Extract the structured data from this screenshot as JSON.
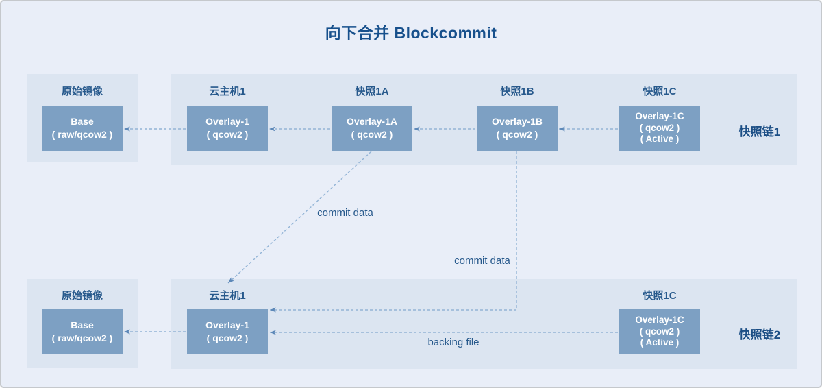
{
  "title": "向下合并 Blockcommit",
  "chains": [
    {
      "name": "快照链1",
      "origin": {
        "label": "原始镜像",
        "box": [
          "Base",
          "( raw/qcow2 )"
        ]
      },
      "nodes": [
        {
          "label": "云主机1",
          "box": [
            "Overlay-1",
            "( qcow2 )"
          ]
        },
        {
          "label": "快照1A",
          "box": [
            "Overlay-1A",
            "( qcow2 )"
          ]
        },
        {
          "label": "快照1B",
          "box": [
            "Overlay-1B",
            "( qcow2 )"
          ]
        },
        {
          "label": "快照1C",
          "box": [
            "Overlay-1C",
            "( qcow2 )",
            "( Active )"
          ]
        }
      ]
    },
    {
      "name": "快照链2",
      "origin": {
        "label": "原始镜像",
        "box": [
          "Base",
          "( raw/qcow2 )"
        ]
      },
      "nodes": [
        {
          "label": "云主机1",
          "box": [
            "Overlay-1",
            "( qcow2 )"
          ]
        },
        {
          "label": "快照1C",
          "box": [
            "Overlay-1C",
            "( qcow2 )",
            "( Active )"
          ]
        }
      ]
    }
  ],
  "annotations": {
    "commit_data_a": "commit data",
    "commit_data_b": "commit data",
    "backing_file": "backing file"
  },
  "colors": {
    "background": "#e9eef8",
    "panel": "#dce5f1",
    "node_fill": "#7da0c3",
    "node_text": "#ffffff",
    "title_text": "#17508c",
    "label_text": "#27598c",
    "arrow": "#93b4d6",
    "frame_border": "#c5c8cc"
  }
}
